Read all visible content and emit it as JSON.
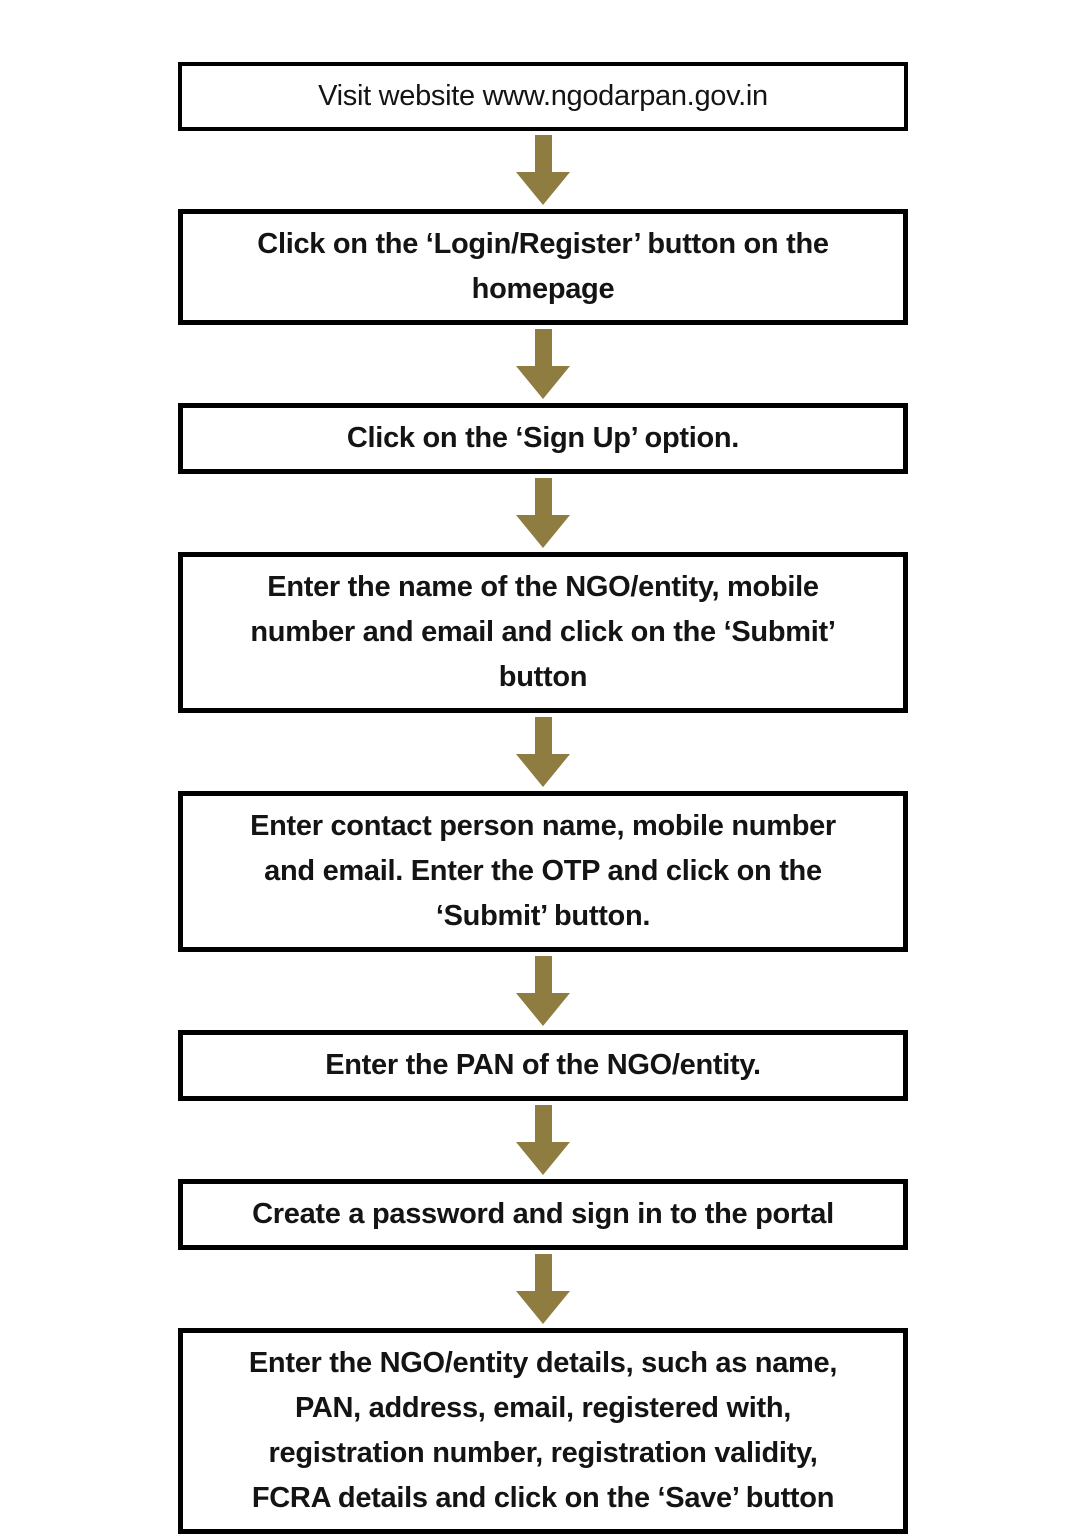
{
  "page": {
    "title": "NGO Darpan portal registration process flowchart"
  },
  "colors": {
    "arrow": "#8e7c41",
    "box_border": "#000000",
    "text": "#141414",
    "background": "#ffffff"
  },
  "flowchart": {
    "steps": [
      {
        "label": "Visit website www.ngodarpan.gov.in",
        "bold": false
      },
      {
        "label": "Click on the ‘Login/Register’ button on the\nhomepage",
        "bold": true
      },
      {
        "label": "Click on the ‘Sign Up’ option.",
        "bold": true
      },
      {
        "label": "Enter the name of the NGO/entity, mobile\nnumber and email and click on the ‘Submit’\nbutton",
        "bold": true
      },
      {
        "label": "Enter contact person name, mobile number\nand email. Enter the OTP and click on the\n‘Submit’ button.",
        "bold": true
      },
      {
        "label": "Enter the PAN of the NGO/entity.",
        "bold": true
      },
      {
        "label": "Create a password and sign in to the portal",
        "bold": true
      },
      {
        "label": "Enter the NGO/entity details, such as name,\nPAN, address, email, registered with,\nregistration number, registration validity,\nFCRA details and click on the ‘Save’ button",
        "bold": true
      }
    ]
  }
}
